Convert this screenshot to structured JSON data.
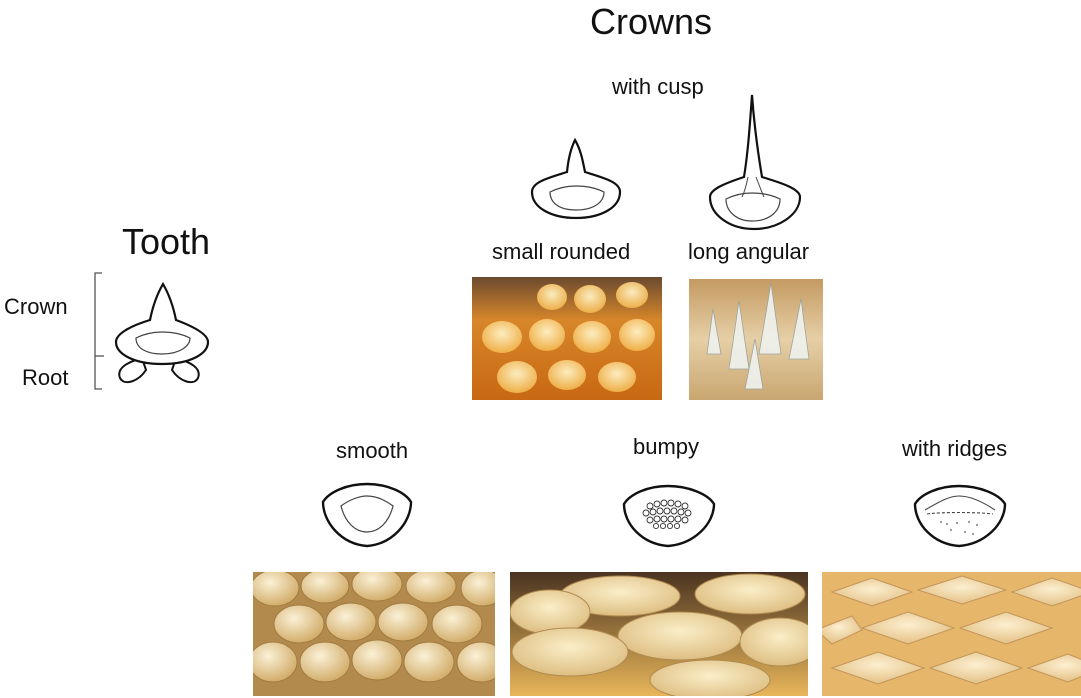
{
  "titles": {
    "crowns": "Crowns",
    "tooth": "Tooth"
  },
  "tooth": {
    "crown_label": "Crown",
    "root_label": "Root"
  },
  "cusp": {
    "heading": "with cusp",
    "types": [
      {
        "label": "small rounded"
      },
      {
        "label": "long angular"
      }
    ]
  },
  "surfaces": [
    {
      "label": "smooth"
    },
    {
      "label": "bumpy"
    },
    {
      "label": "with ridges"
    }
  ]
}
